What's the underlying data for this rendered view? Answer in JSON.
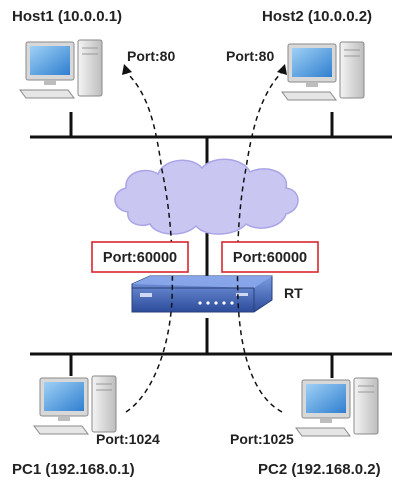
{
  "hosts": {
    "host1": {
      "label": "Host1 (10.0.0.1)",
      "port": "Port:80"
    },
    "host2": {
      "label": "Host2 (10.0.0.2)",
      "port": "Port:80"
    },
    "pc1": {
      "label": "PC1 (192.168.0.1)",
      "port": "Port:1024"
    },
    "pc2": {
      "label": "PC2 (192.168.0.2)",
      "port": "Port:1025"
    }
  },
  "router": {
    "label": "RT",
    "left_port": "Port:60000",
    "right_port": "Port:60000"
  },
  "colors": {
    "line": "#111111",
    "cloud": "#c9c6f2",
    "cloud_stroke": "#a9a4e3",
    "box_border": "#d9262e",
    "router_body": "#3f63b8",
    "router_top": "#6e8fda"
  }
}
